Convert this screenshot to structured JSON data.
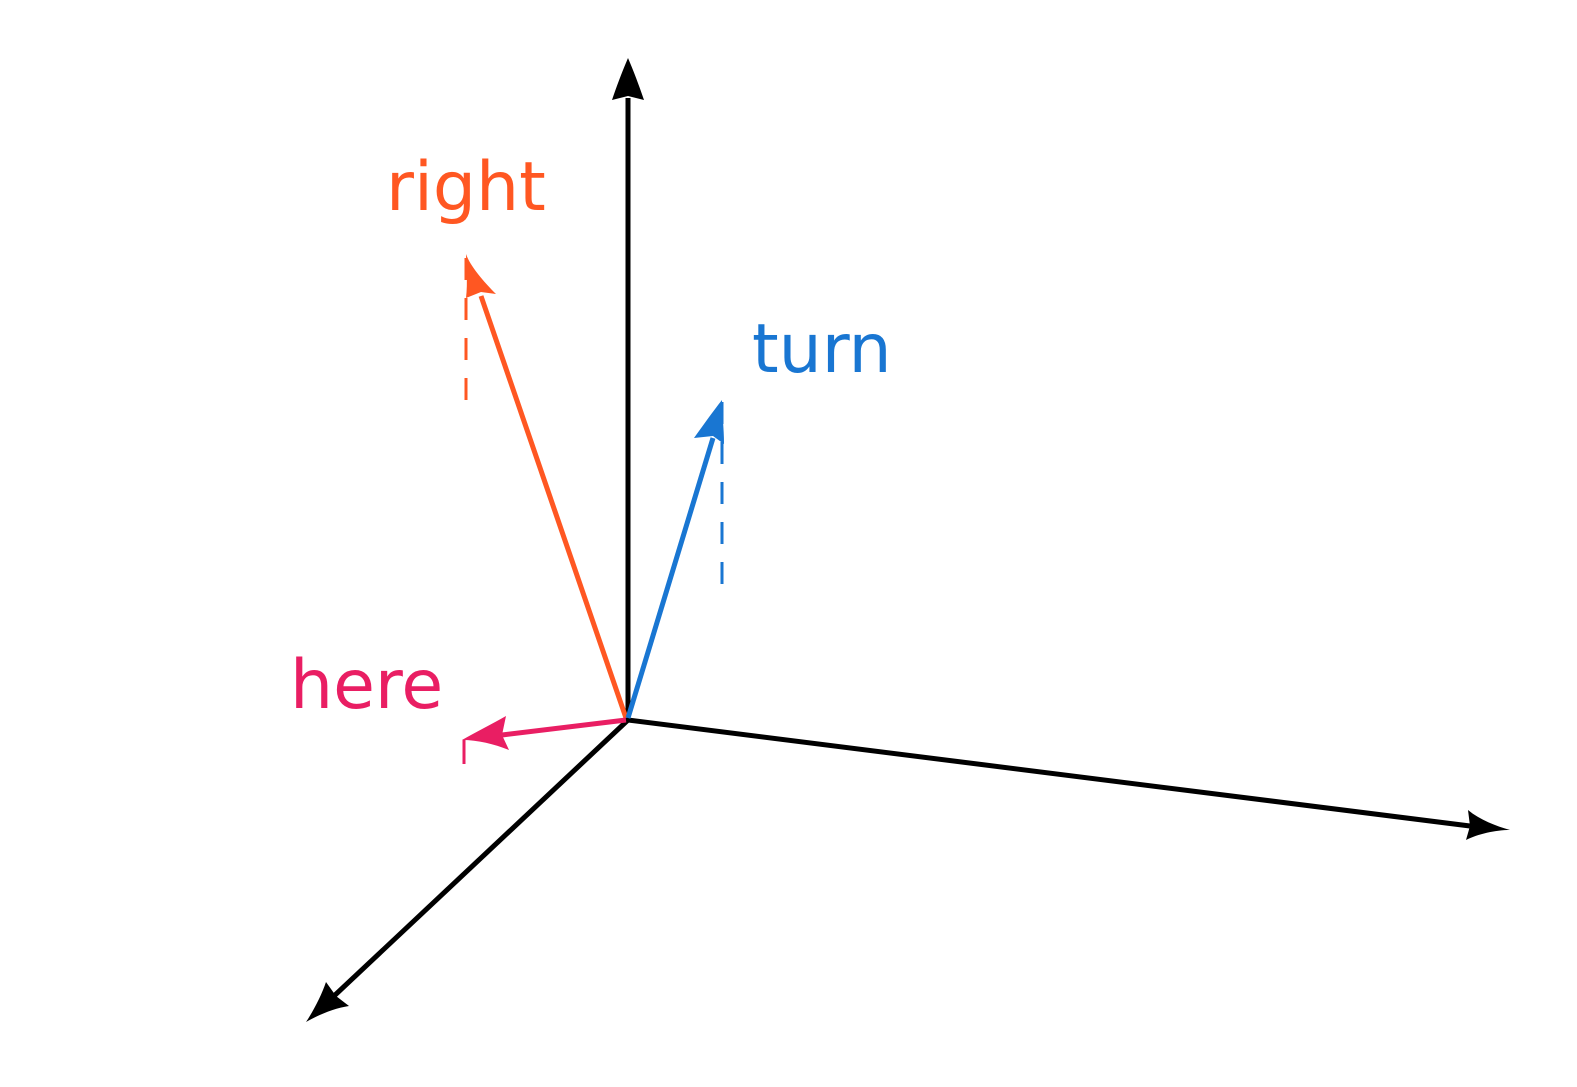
{
  "colors": {
    "axis": "#000000",
    "right": "#FF5722",
    "turn": "#1976D2",
    "here": "#E91E63"
  },
  "vectors": {
    "right": {
      "label": "right"
    },
    "turn": {
      "label": "turn"
    },
    "here": {
      "label": "here"
    }
  }
}
